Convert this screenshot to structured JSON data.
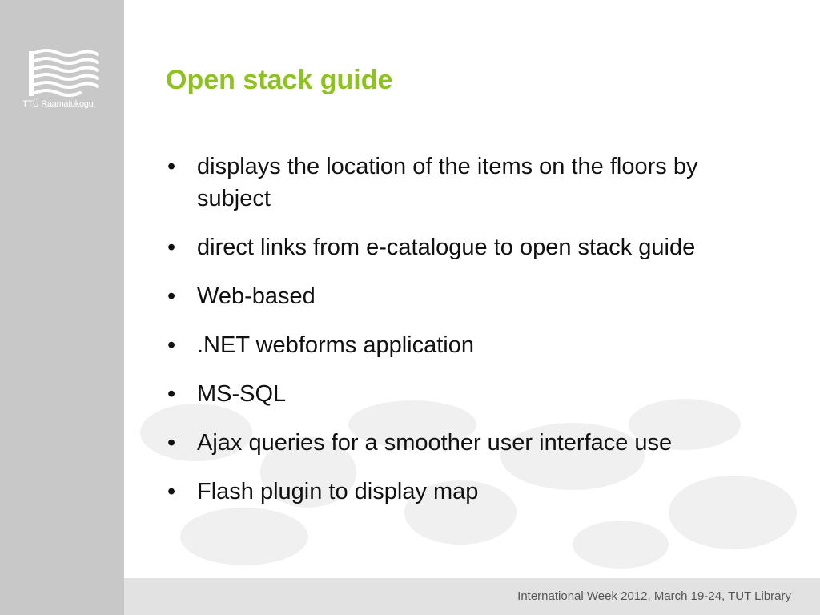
{
  "sidebar": {
    "logo_text": "TTÜ Raamatukogu"
  },
  "slide": {
    "title": "Open stack guide",
    "bullets": [
      "displays the location of the items on the floors by subject",
      "direct links from e-catalogue to open stack guide",
      "Web-based",
      ".NET webforms application",
      "MS-SQL",
      "Ajax queries for a smoother user interface use",
      "Flash plugin to display map"
    ],
    "bullet_char": "•"
  },
  "footer": {
    "text": "International Week 2012, March 19-24, TUT Library"
  },
  "colors": {
    "title": "#8dc21f",
    "sidebar": "#c8c8c8",
    "footer_bar": "#e2e2e2"
  }
}
